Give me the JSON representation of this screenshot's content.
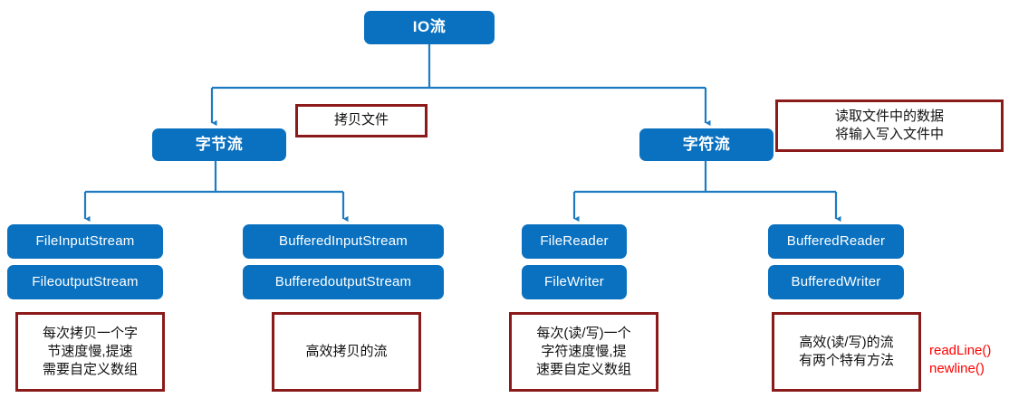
{
  "diagram": {
    "title_node": {
      "label": "IO流"
    },
    "level2": [
      {
        "label": "字节流"
      },
      {
        "label": "字符流"
      }
    ],
    "leaf_groups": [
      {
        "top": "FileInputStream",
        "bottom": "FileoutputStream"
      },
      {
        "top": "BufferedInputStream",
        "bottom": "BufferedoutputStream"
      },
      {
        "top": "FileReader",
        "bottom": "FileWriter"
      },
      {
        "top": "BufferedReader",
        "bottom": "BufferedWriter"
      }
    ],
    "annotations": {
      "byte_stream_note": {
        "line1": "拷贝文件"
      },
      "char_stream_note": {
        "line1": "读取文件中的数据",
        "line2": "将输入写入文件中"
      },
      "file_stream_note": {
        "line1": "每次拷贝一个字",
        "line2": "节速度慢,提速",
        "line3": "需要自定义数组"
      },
      "buffered_stream_note": {
        "line1": "高效拷贝的流"
      },
      "file_reader_note": {
        "line1": "每次(读/写)一个",
        "line2": "字符速度慢,提",
        "line3": "速要自定义数组"
      },
      "buffered_reader_note": {
        "line1": "高效(读/写)的流",
        "line2": "有两个特有方法"
      }
    },
    "red_methods": {
      "line1": "readLine()",
      "line2": "newline()"
    },
    "colors": {
      "node_fill": "#0A71C0",
      "node_text": "#FFFFFF",
      "connector": "#1F7BC1",
      "annot_border": "#8B1A1A",
      "annot_text": "#111111",
      "red_text": "#FF0000",
      "background": "#FFFFFF"
    }
  }
}
